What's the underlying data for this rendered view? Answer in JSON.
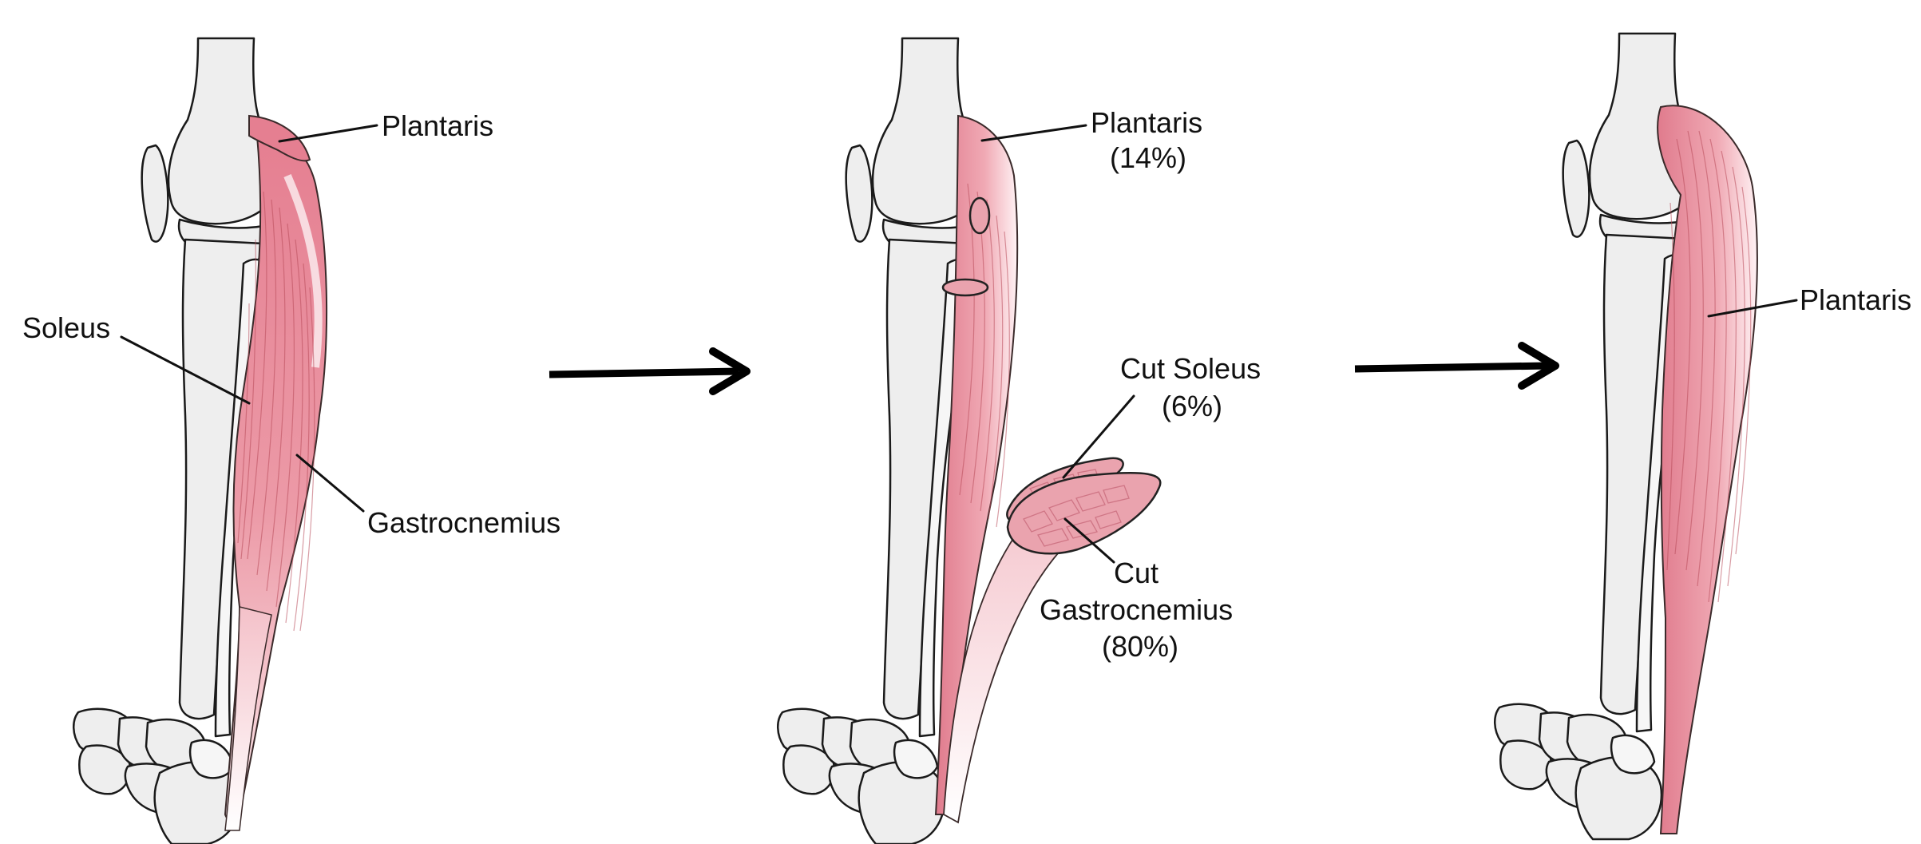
{
  "panels": [
    {
      "labels": {
        "plantaris": "Plantaris",
        "soleus": "Soleus",
        "gastrocnemius": "Gastrocnemius"
      }
    },
    {
      "labels": {
        "plantaris": "Plantaris",
        "plantaris_pct": "(14%)",
        "cut_soleus": "Cut Soleus",
        "cut_soleus_pct": "(6%)",
        "cut": "Cut",
        "gastrocnemius": "Gastrocnemius",
        "gastrocnemius_pct": "(80%)"
      }
    },
    {
      "labels": {
        "plantaris": "Plantaris"
      }
    }
  ],
  "arrows": [
    "arrow-right",
    "arrow-right"
  ],
  "colors": {
    "muscle": "#e8909e",
    "muscle_light": "#f7dde1",
    "bone": "#eeeeee",
    "outline": "#1a1a1a"
  }
}
